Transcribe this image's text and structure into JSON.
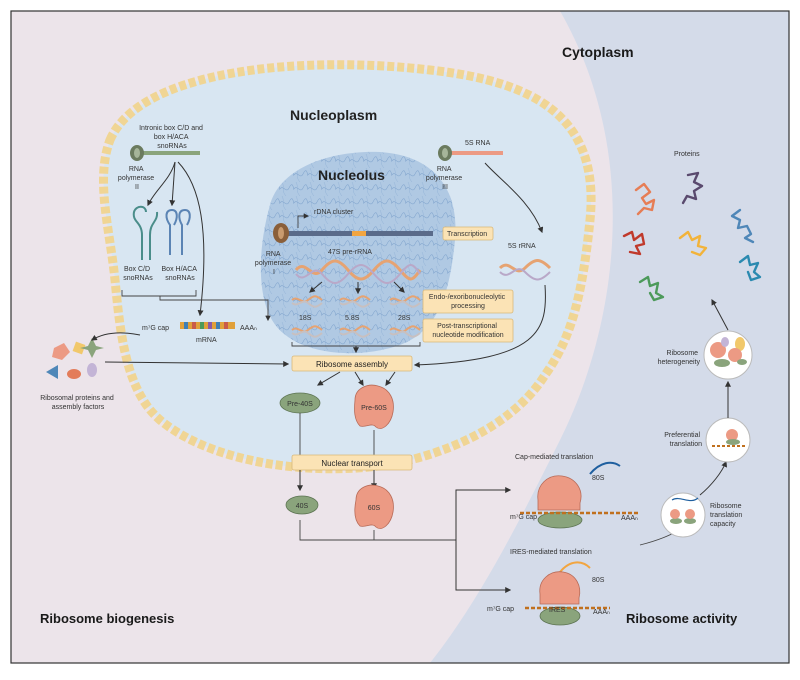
{
  "regions": {
    "cytoplasm": "Cytoplasm",
    "nucleoplasm": "Nucleoplasm",
    "nucleolus": "Nucleolus",
    "biogenesis": "Ribosome biogenesis",
    "activity": "Ribosome activity"
  },
  "labels": {
    "intronic_snornas": [
      "Intronic box C/D and",
      "box H/ACA",
      "snoRNAs"
    ],
    "rna_pol_ii": [
      "RNA",
      "polymerase",
      "II"
    ],
    "rna_pol_iii": [
      "RNA",
      "polymerase",
      "III"
    ],
    "rna_pol_i": [
      "RNA",
      "polymerase",
      "I"
    ],
    "five_s_rna": "5S RNA",
    "five_s_rrna": "5S rRNA",
    "rdna_cluster": "rDNA cluster",
    "pre_rrna_47s": "47S pre-rRNA",
    "box_cd": [
      "Box C/D",
      "snoRNAs"
    ],
    "box_haca": [
      "Box H/ACA",
      "snoRNAs"
    ],
    "m7g_cap": "m⁷G cap",
    "aaa": "AAAₙ",
    "mrna": "mRNA",
    "r18s": "18S",
    "r58s": "5.8S",
    "r28s": "28S",
    "ribosomal_proteins": [
      "Ribosomal proteins and",
      "assembly factors"
    ],
    "pre40s": "Pre-40S",
    "pre60s": "Pre-60S",
    "s40": "40S",
    "s60": "60S",
    "s80": "80S",
    "proteins": "Proteins",
    "heterogeneity": [
      "Ribosome",
      "heterogeneity"
    ],
    "preferential": [
      "Preferential",
      "translation"
    ],
    "capacity": [
      "Ribosome",
      "translation",
      "capacity"
    ],
    "cap_mediated": "Cap-mediated translation",
    "ires_mediated": "IRES-mediated translation",
    "ires": "IRES"
  },
  "boxes": {
    "transcription": "Transcription",
    "processing": [
      "Endo-/exoribonucleolytic",
      "processing"
    ],
    "modification": [
      "Post-transcriptional",
      "nucleotide modification"
    ],
    "assembly": "Ribosome assembly",
    "transport": "Nuclear transport"
  },
  "colors": {
    "left_bg": "#ece4ea",
    "right_bg": "#d4dbe9",
    "nucleus_fill": "#d8e6f2",
    "nuclear_envelope": "#f5dfa6",
    "nucleolus_fill": "#a9c3e0",
    "small_subunit": "#8aa47c",
    "large_subunit": "#ec9a84",
    "box_fill": "#fbe3b5"
  }
}
